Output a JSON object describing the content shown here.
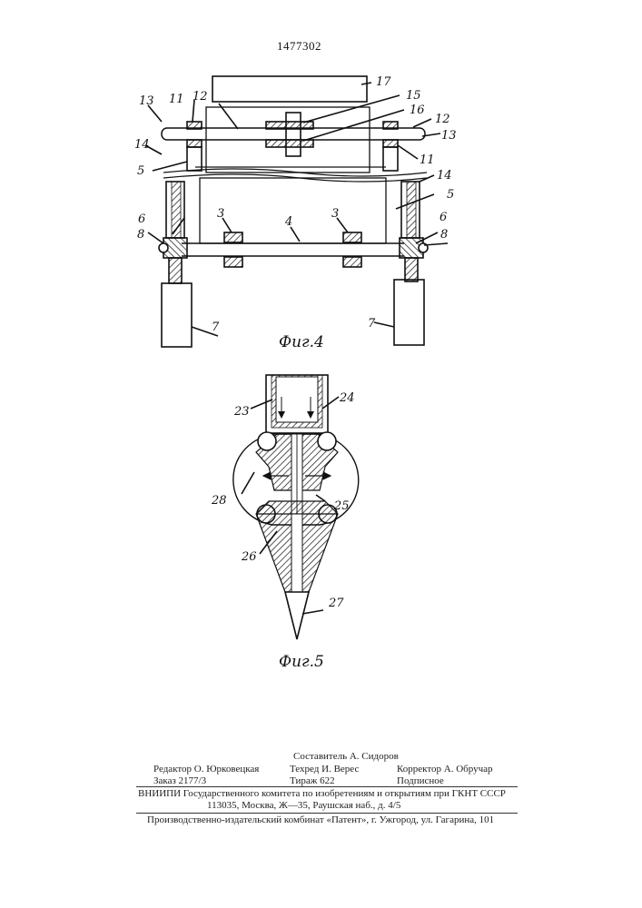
{
  "patent_number": "1477302",
  "figures": [
    {
      "caption": "Фиг.4",
      "labels": [
        "17",
        "15",
        "16",
        "12",
        "12",
        "13",
        "13",
        "11",
        "11",
        "14",
        "14",
        "5",
        "5",
        "3",
        "3",
        "4",
        "6",
        "6",
        "8",
        "8",
        "7",
        "7"
      ]
    },
    {
      "caption": "Фиг.5",
      "labels": [
        "23",
        "24",
        "28",
        "25",
        "26",
        "27"
      ]
    }
  ],
  "imprint": {
    "compiler": "Составитель А. Сидоров",
    "editor": "Редактор О. Юрковецкая",
    "techred": "Техред И. Верес",
    "corrector": "Корректор  А. Обручар",
    "order": "Заказ 2177/3",
    "circulation": "Тираж 622",
    "subscription": "Подписное",
    "org_line1": "ВНИИПИ Государственного комитета по изобретениям и открытиям при ГКНТ СССР",
    "org_line2": "113035, Москва, Ж—35, Раушская наб., д. 4/5",
    "publisher": "Производственно-издательский комбинат «Патент», г. Ужгород, ул. Гагарина, 101"
  }
}
